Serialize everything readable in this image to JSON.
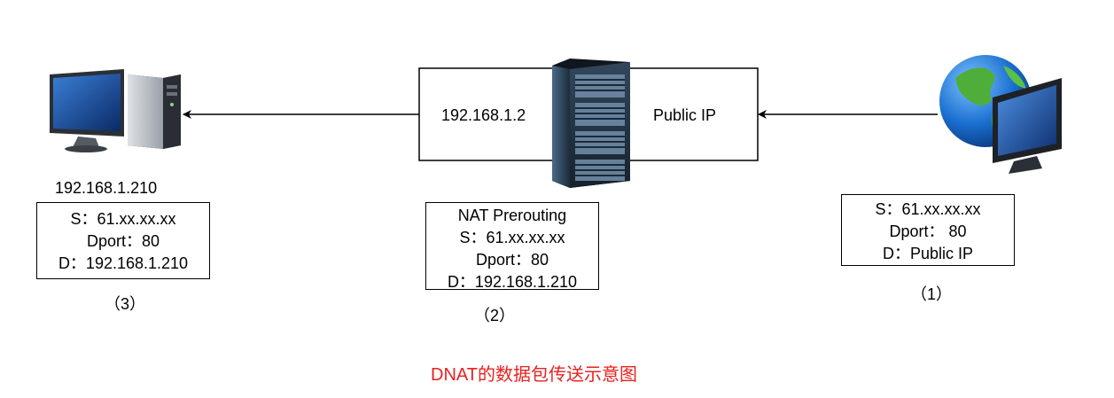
{
  "diagram": {
    "title": "DNAT的数据包传送示意图",
    "title_color": "#e8211f",
    "nodes": {
      "destination_pc": {
        "icon": "desktop-computer-icon",
        "ip_label": "192.168.1.210",
        "packet": {
          "source": "S：61.xx.xx.xx",
          "dport": "Dport：80",
          "destination": "D：192.168.1.210"
        },
        "step": "（3）"
      },
      "nat_server": {
        "icon": "server-rack-icon",
        "inner_ip": "192.168.1.2",
        "outer_ip": "Public IP",
        "packet": {
          "chain": "NAT Prerouting",
          "source": "S：61.xx.xx.xx",
          "dport": "Dport：80",
          "destination": "D：192.168.1.210"
        },
        "step": "（2）"
      },
      "internet_client": {
        "icon": "globe-monitor-icon",
        "packet": {
          "source": "S：61.xx.xx.xx",
          "dport": "Dport：  80",
          "destination": "D：Public IP"
        },
        "step": "（1）"
      }
    }
  }
}
